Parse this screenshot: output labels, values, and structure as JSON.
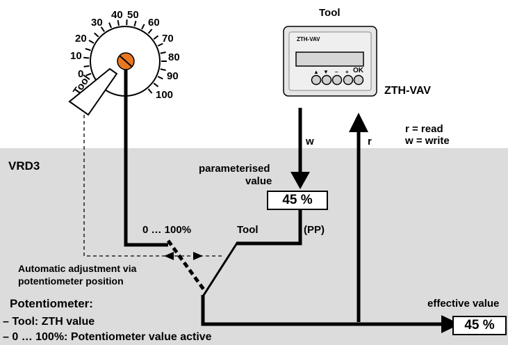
{
  "system_label": "VRD3",
  "tool_top_label": "Tool",
  "device": {
    "name": "ZTH-VAV",
    "screen_label": "ZTH-VAV",
    "buttons": [
      "▲",
      "▼",
      "–",
      "+",
      "OK"
    ]
  },
  "dial": {
    "tick_labels": [
      "0",
      "10",
      "20",
      "30",
      "40",
      "50",
      "60",
      "70",
      "80",
      "90",
      "100"
    ],
    "tool_label": "Tool"
  },
  "legend": {
    "read": "r = read",
    "write": "w = write"
  },
  "arrows": {
    "write_label": "w",
    "read_label": "r"
  },
  "parameterised_value": {
    "line1": "parameterised",
    "line2": "value",
    "value": "45 %"
  },
  "switch": {
    "range_label": "0 … 100%",
    "tool_label": "Tool",
    "pp_label": "(PP)"
  },
  "auto_adjust": {
    "line1": "Automatic adjustment via",
    "line2": "potentiometer position"
  },
  "potentiometer_notes": {
    "title": "Potentiometer:",
    "line1": "– Tool: ZTH value",
    "line2": "– 0 … 100%: Potentiometer value active"
  },
  "effective_value": {
    "label": "effective value",
    "value": "45 %"
  }
}
